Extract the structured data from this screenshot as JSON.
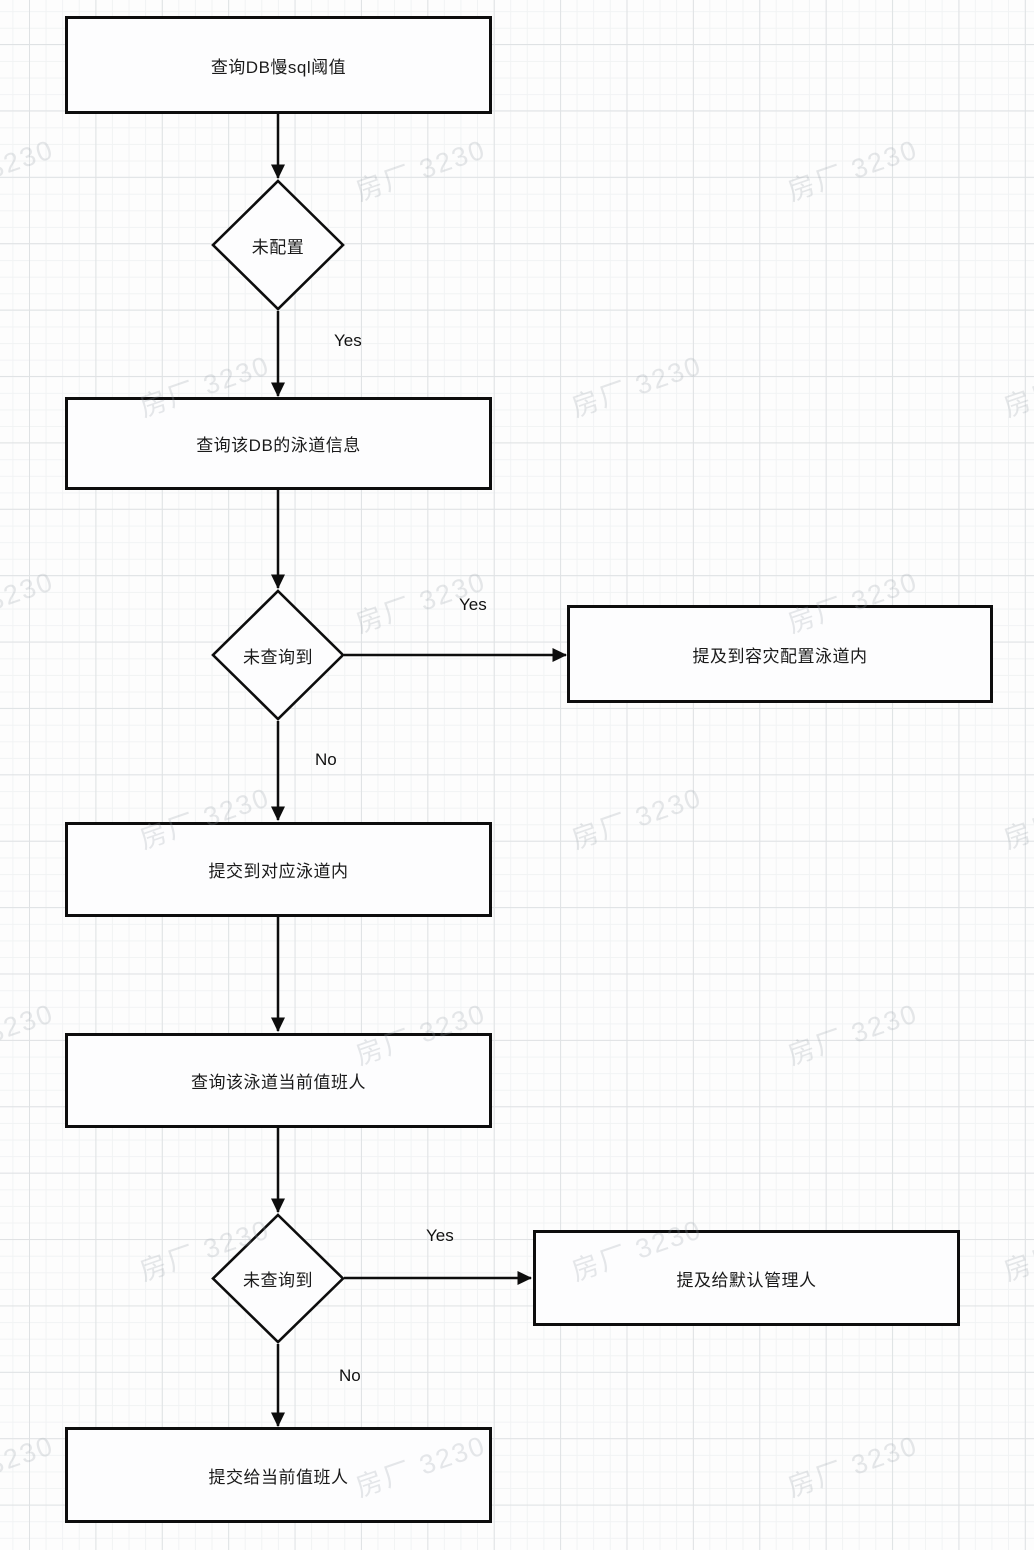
{
  "watermark": {
    "text": "房厂 3230"
  },
  "colors": {
    "shape_border": "#0d0d0d",
    "shape_fill": "#fdfdfe",
    "text": "#1a1a1a",
    "grid_minor": "#f1f3f4",
    "grid_major": "#dfe2e4",
    "watermark": "#e6e9eb"
  },
  "flowchart": {
    "nodes": [
      {
        "id": "query-db-slow-sql-threshold",
        "type": "rect",
        "label": "查询DB慢sql阈值"
      },
      {
        "id": "not-configured",
        "type": "diamond",
        "label": "未配置"
      },
      {
        "id": "query-db-swimlane-info",
        "type": "rect",
        "label": "查询该DB的泳道信息"
      },
      {
        "id": "not-found-1",
        "type": "diamond",
        "label": "未查询到"
      },
      {
        "id": "mention-disaster-recovery-swimlane",
        "type": "rect",
        "label": "提及到容灾配置泳道内"
      },
      {
        "id": "submit-to-corresponding-swimlane",
        "type": "rect",
        "label": "提交到对应泳道内"
      },
      {
        "id": "query-swimlane-on-duty-person",
        "type": "rect",
        "label": "查询该泳道当前值班人"
      },
      {
        "id": "not-found-2",
        "type": "diamond",
        "label": "未查询到"
      },
      {
        "id": "mention-default-manager",
        "type": "rect",
        "label": "提及给默认管理人"
      },
      {
        "id": "submit-to-current-on-duty",
        "type": "rect",
        "label": "提交给当前值班人"
      }
    ],
    "edge_labels": {
      "d1_yes": "Yes",
      "d2_yes": "Yes",
      "d2_no": "No",
      "d3_yes": "Yes",
      "d3_no": "No"
    }
  }
}
